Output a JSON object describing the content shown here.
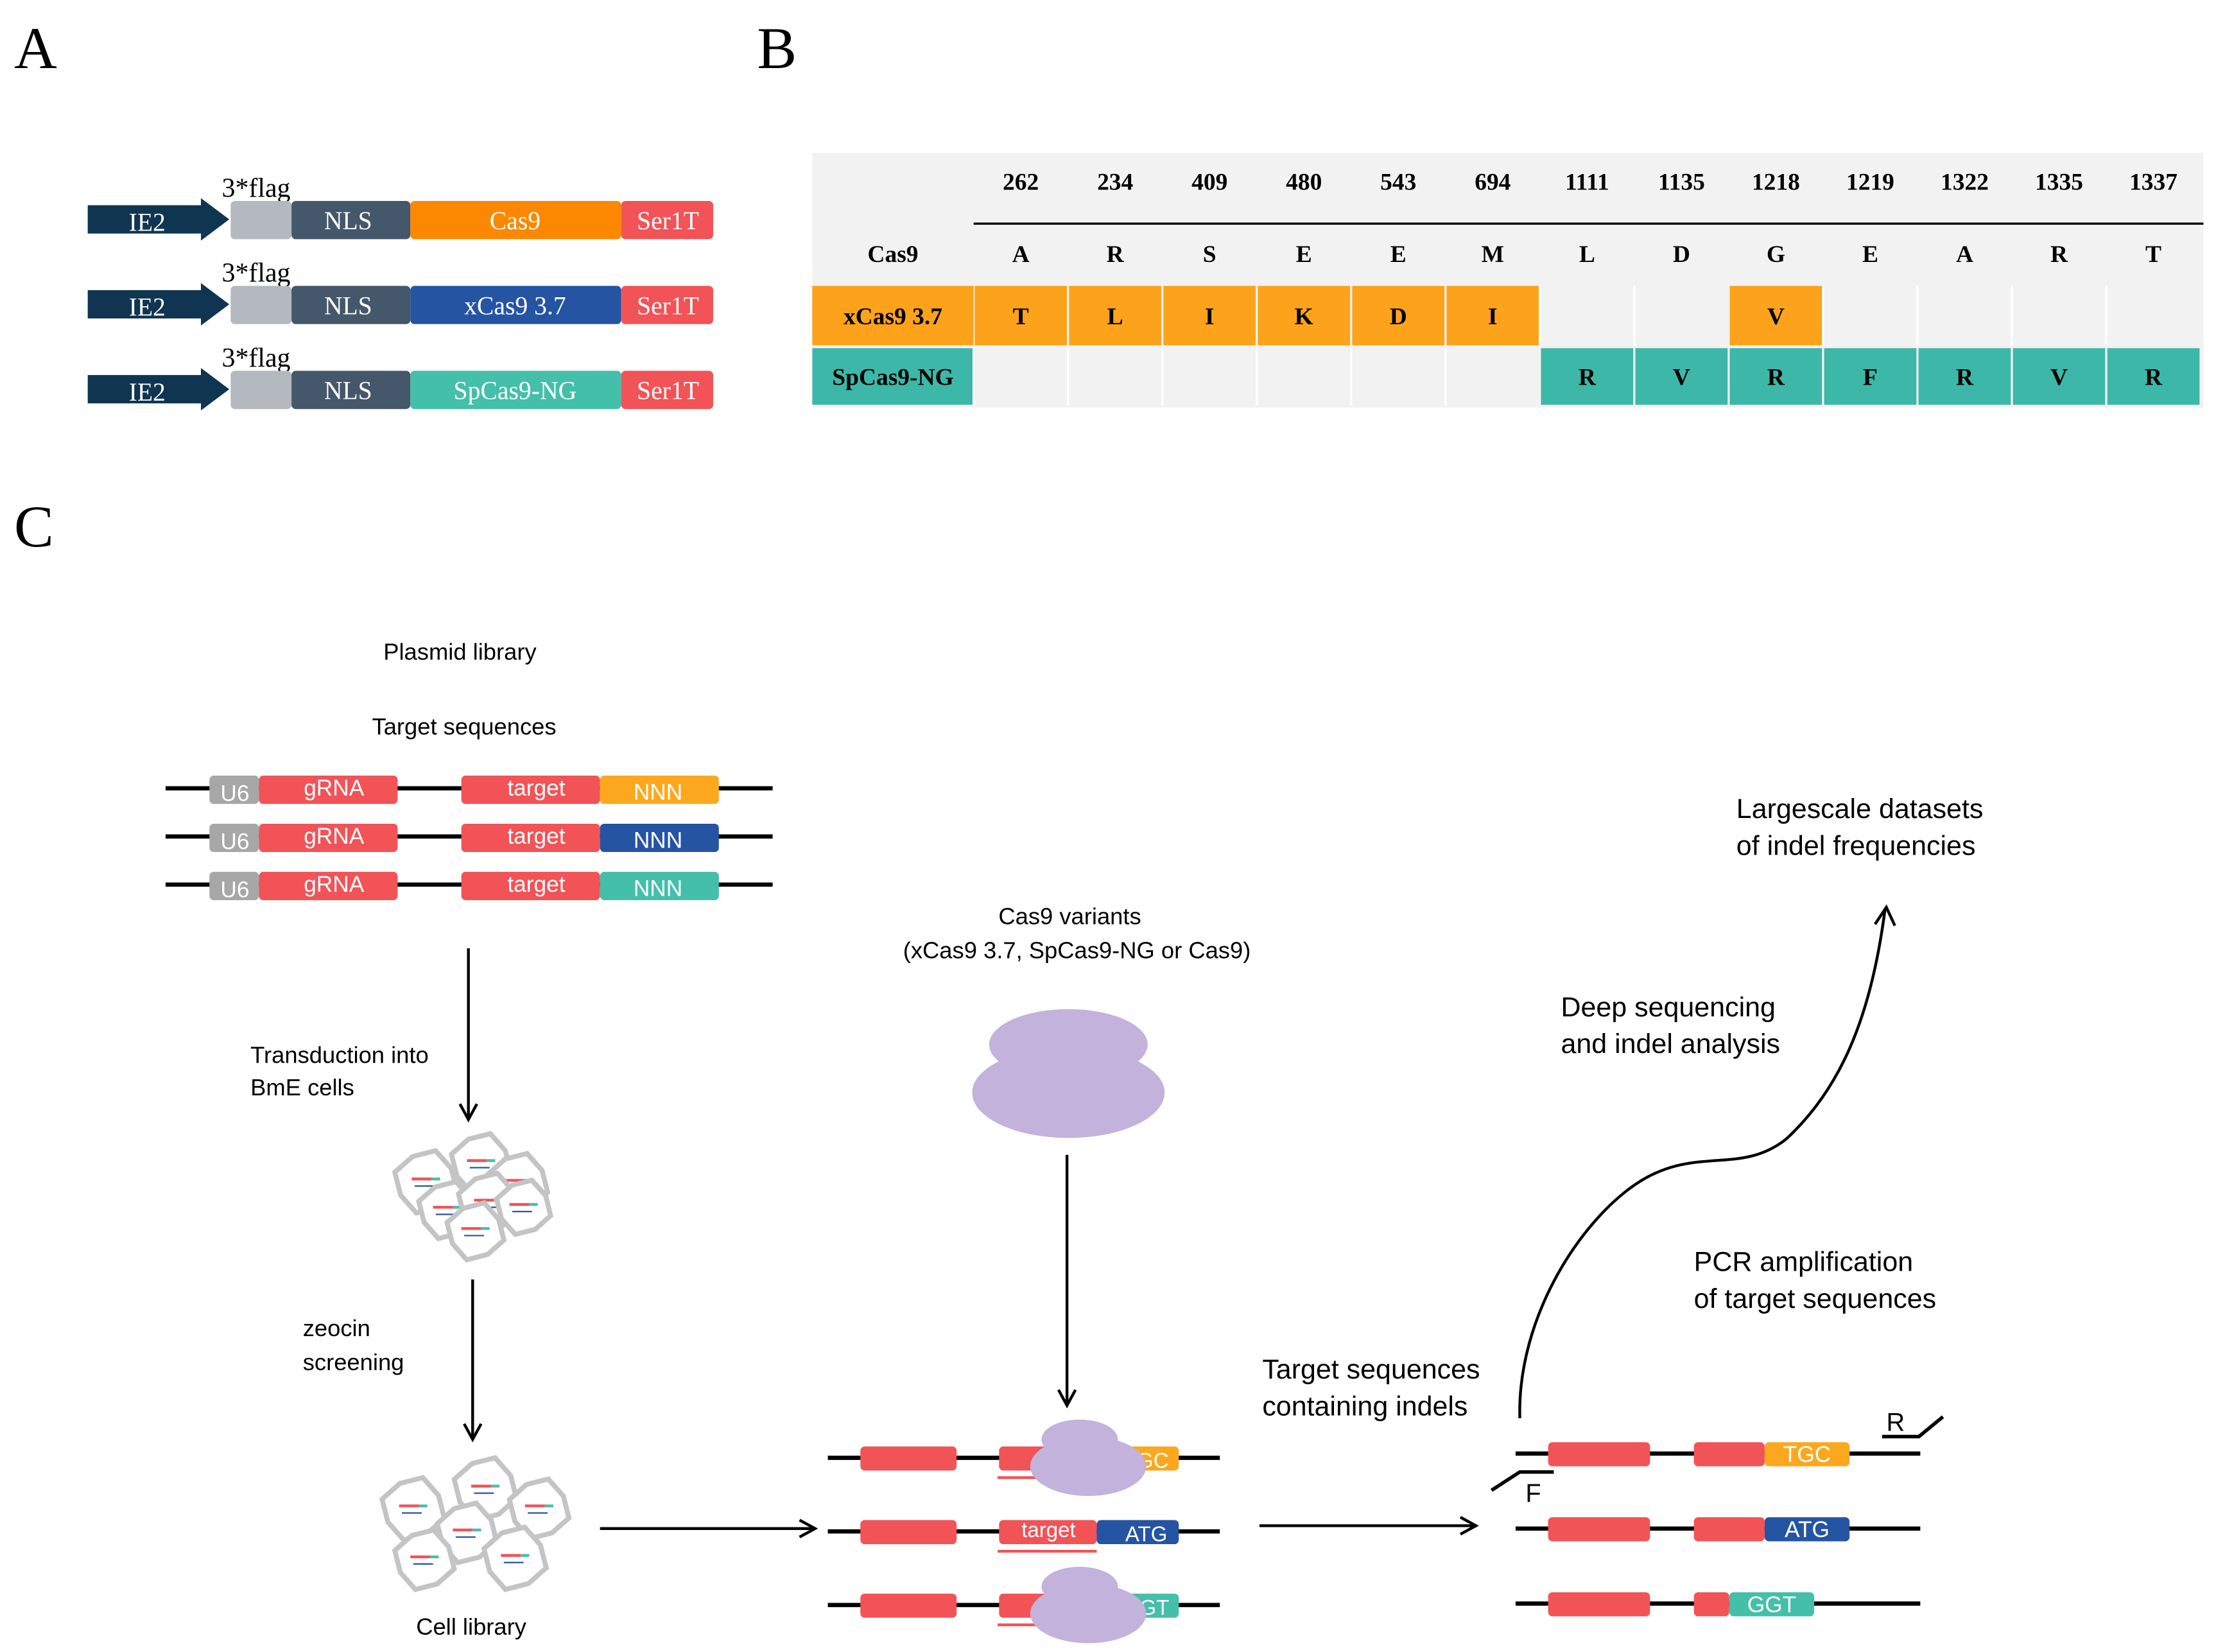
{
  "colors": {
    "dark_navy": "#0f3550",
    "slate": "#45576a",
    "grey": "#b4b9c0",
    "orange": "#fb8800",
    "blue": "#2554a3",
    "teal": "#44bfaa",
    "red": "#f15357",
    "amber": "#fca81e",
    "lavender": "#c3b2dc",
    "table_bg": "#f2f2f2",
    "table_orange": "#fca31b",
    "table_teal": "#3db7a8"
  },
  "panel_a": {
    "letter": "A",
    "constructs": [
      {
        "promoter": "IE2",
        "tag": "3*flag",
        "nls": "NLS",
        "cas": "Cas9",
        "cas_color": "#fb8800",
        "term": "Ser1T"
      },
      {
        "promoter": "IE2",
        "tag": "3*flag",
        "nls": "NLS",
        "cas": "xCas9 3.7",
        "cas_color": "#2554a3",
        "term": "Ser1T"
      },
      {
        "promoter": "IE2",
        "tag": "3*flag",
        "nls": "NLS",
        "cas": "SpCas9-NG",
        "cas_color": "#44bfaa",
        "term": "Ser1T"
      }
    ]
  },
  "panel_b": {
    "letter": "B",
    "positions": [
      "262",
      "234",
      "409",
      "480",
      "543",
      "694",
      "1111",
      "1135",
      "1218",
      "1219",
      "1322",
      "1335",
      "1337"
    ],
    "rows": [
      {
        "name": "Cas9",
        "cells": [
          "A",
          "R",
          "S",
          "E",
          "E",
          "M",
          "L",
          "D",
          "G",
          "E",
          "A",
          "R",
          "T"
        ]
      },
      {
        "name": "xCas9 3.7",
        "cells": [
          "T",
          "L",
          "I",
          "K",
          "D",
          "I",
          "",
          "",
          "V",
          "",
          "",
          "",
          ""
        ]
      },
      {
        "name": "SpCas9-NG",
        "cells": [
          "",
          "",
          "",
          "",
          "",
          "",
          "R",
          "V",
          "R",
          "F",
          "R",
          "V",
          "R"
        ]
      }
    ]
  },
  "panel_c": {
    "letter": "C",
    "plasmid_title": "Plasmid library",
    "target_title": "Target sequences",
    "library_rows": [
      {
        "u6": "U6",
        "grna": "gRNA",
        "target": "target",
        "pam": "NNN",
        "pam_color": "#fca81e"
      },
      {
        "u6": "U6",
        "grna": "gRNA",
        "target": "target",
        "pam": "NNN",
        "pam_color": "#2554a3"
      },
      {
        "u6": "U6",
        "grna": "gRNA",
        "target": "target",
        "pam": "NNN",
        "pam_color": "#44bfaa"
      }
    ],
    "transduction": [
      "Transduction into",
      "BmE cells"
    ],
    "zeocin": [
      "zeocin",
      "screening"
    ],
    "cell_library": "Cell library",
    "cas_variants": [
      "Cas9 variants",
      "(xCas9 3.7, SpCas9-NG or Cas9)"
    ],
    "middle_rows": [
      {
        "label": "",
        "pam": "TGC",
        "pam_color": "#fca81e"
      },
      {
        "label": "target",
        "pam": "ATG",
        "pam_color": "#2554a3"
      },
      {
        "label": "",
        "pam": "GGT",
        "pam_color": "#44bfaa"
      }
    ],
    "indel_label": [
      "Target sequences",
      "containing indels"
    ],
    "pcr_label": [
      "PCR amplification",
      "of target sequences"
    ],
    "deep_seq": [
      "Deep sequencing",
      "and indel analysis"
    ],
    "datasets": [
      "Largescale datasets",
      "of indel frequencies"
    ],
    "right_rows": [
      {
        "pam": "TGC",
        "pam_color": "#fca81e"
      },
      {
        "pam": "ATG",
        "pam_color": "#2554a3"
      },
      {
        "pam": "GGT",
        "pam_color": "#44bfaa"
      }
    ],
    "primer_r": "R",
    "primer_f": "F"
  }
}
